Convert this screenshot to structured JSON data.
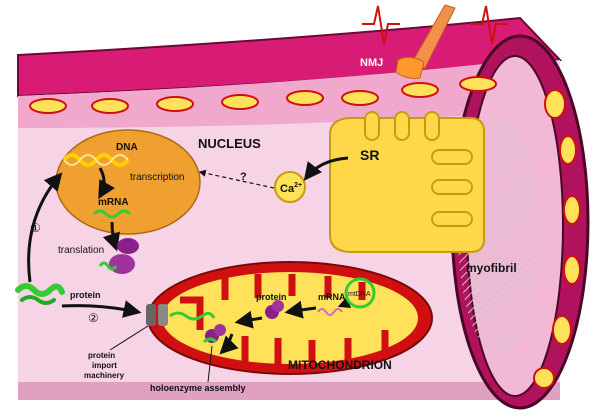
{
  "labels": {
    "nmj": "NMJ",
    "nucleus": "NUCLEUS",
    "sr": "SR",
    "dna": "DNA",
    "transcription": "transcription",
    "question": "?",
    "calcium": "Ca",
    "calcium_charge": "2+",
    "mrna_nuclear": "mRNA",
    "translation": "translation",
    "pathway_one": "①",
    "pathway_two": "②",
    "protein_cytosolic": "protein",
    "myofibril": "myofibril",
    "protein_mito": "protein",
    "mrna_mito": "mRNA",
    "mtdna": "mtDNA",
    "import_line1": "protein",
    "import_line2": "import",
    "import_line3": "machinery",
    "holoenzyme": "holoenzyme assembly",
    "mitochondrion": "MITOCHONDRION"
  },
  "colors": {
    "fiber_outer": "#d81b74",
    "fiber_inner": "#f7d3e6",
    "nucleus": "#f0a030",
    "sr": "#ffd84a",
    "mito_outer": "#d01010",
    "mito_inner": "#ffe25a",
    "dna": "#ffd000",
    "ribosome": "#8a1f8a",
    "protein": "#33cc33",
    "myofibril_hatch": "#c8c8c8"
  },
  "icons": {
    "action_potential": "action-potential-spike-icon",
    "nerve": "nerve-terminal-icon",
    "ribosome": "ribosome-icon",
    "protein": "protein-chain-icon",
    "import_complex": "import-complex-icon"
  }
}
